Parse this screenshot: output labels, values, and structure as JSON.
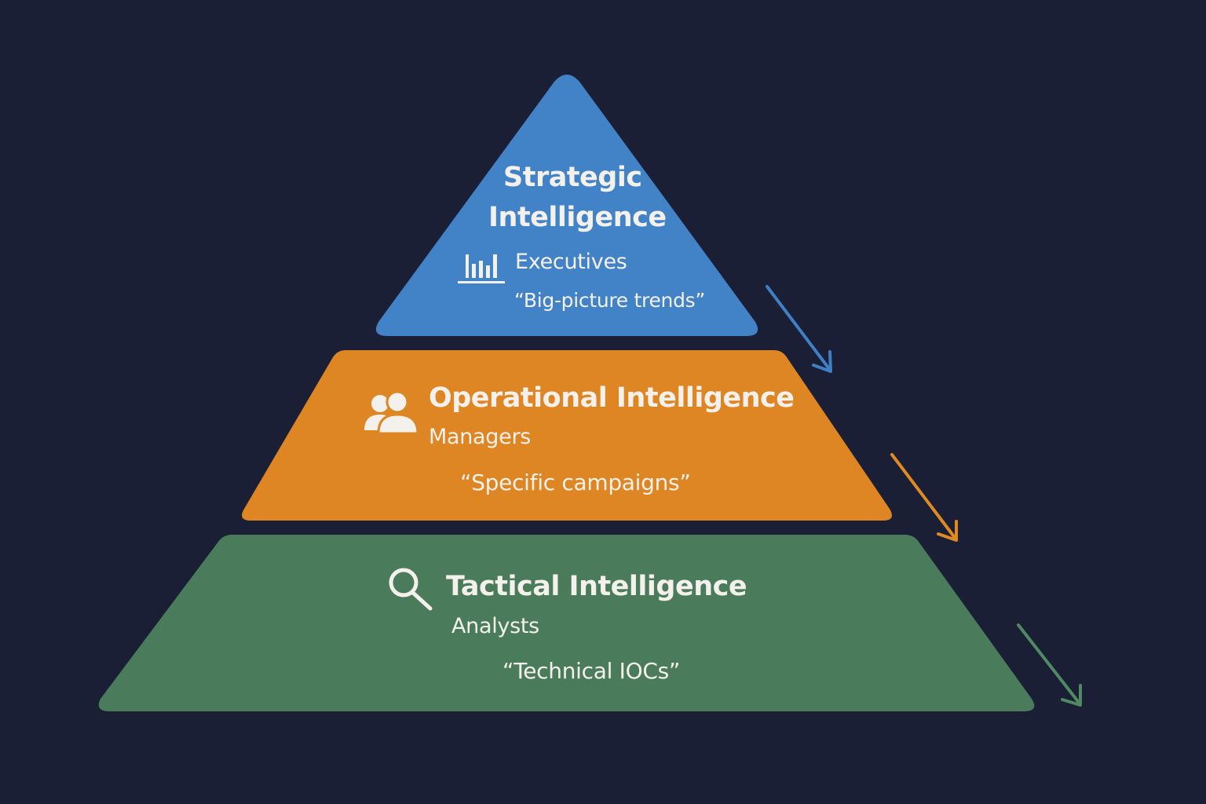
{
  "diagram": {
    "type": "pyramid",
    "colors": {
      "background": "#1b1f36",
      "text": "#f4f1ec"
    },
    "tiers": [
      {
        "level": "top",
        "title_line1": "Strategic",
        "title_line2": "Intelligence",
        "audience": "Executives",
        "focus": "“Big-picture trends”",
        "icon": "bar-chart-icon",
        "color": "#4282c6"
      },
      {
        "level": "middle",
        "title": "Operational Intelligence",
        "audience": "Managers",
        "focus": "“Specific campaigns”",
        "icon": "users-icon",
        "color": "#de8623"
      },
      {
        "level": "bottom",
        "title": "Tactical Intelligence",
        "audience": "Analysts",
        "focus": "“Technical IOCs”",
        "icon": "magnifier-icon",
        "color": "#4a7c5c"
      }
    ],
    "arrows": [
      {
        "name": "strategic-to-operational-arrow",
        "color": "#3f7fc4"
      },
      {
        "name": "operational-to-tactical-arrow",
        "color": "#e08a22"
      },
      {
        "name": "tactical-downward-arrow",
        "color": "#4f8a63"
      }
    ]
  }
}
